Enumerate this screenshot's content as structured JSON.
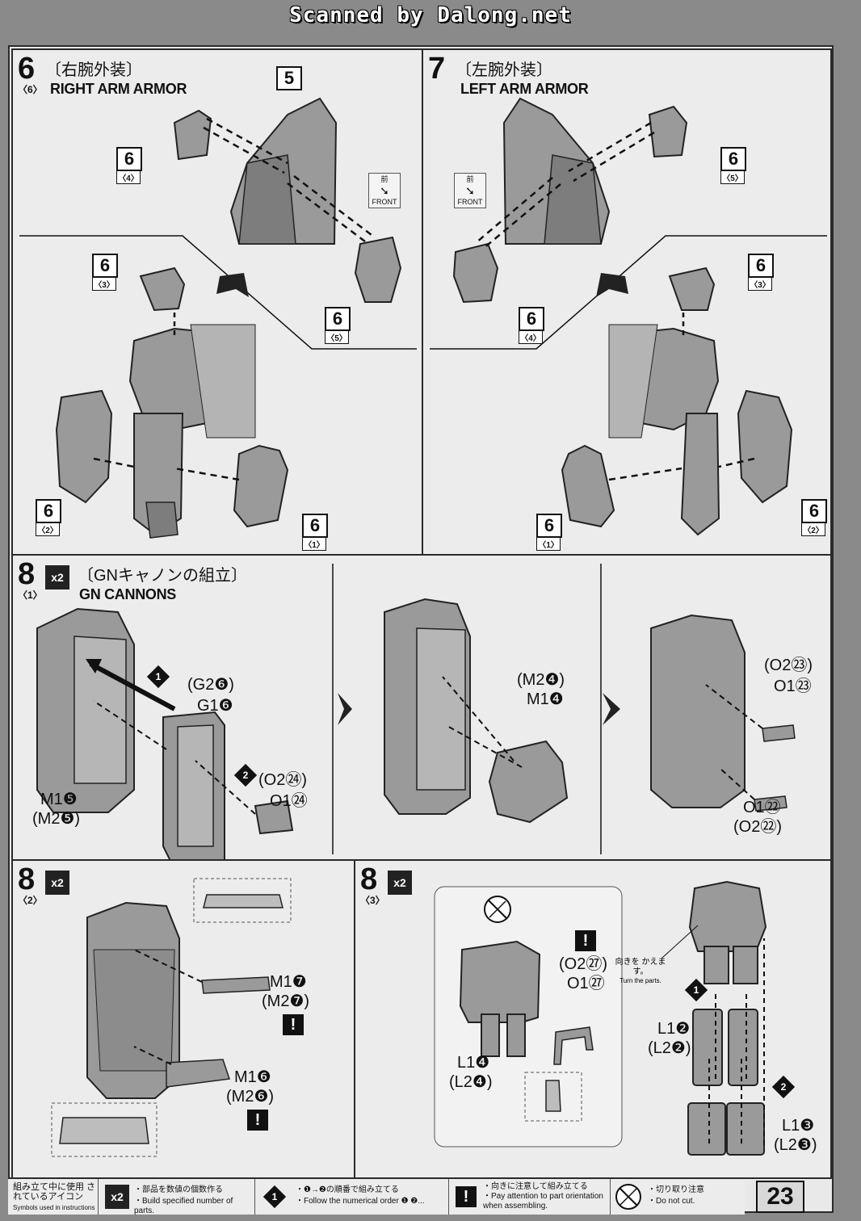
{
  "scan_banner": "Scanned by Dalong.net",
  "page_number": "23",
  "steps": {
    "step6": {
      "num": "6",
      "sub": "〈6〉",
      "title_jp": "〔右腕外装〕",
      "title_en": "RIGHT ARM ARMOR",
      "tags": [
        {
          "num": "5",
          "sub": ""
        },
        {
          "num": "6",
          "sub": "〈4〉"
        },
        {
          "num": "6",
          "sub": "〈3〉"
        },
        {
          "num": "6",
          "sub": "〈5〉"
        },
        {
          "num": "6",
          "sub": "〈2〉"
        },
        {
          "num": "6",
          "sub": "〈1〉"
        }
      ],
      "front": {
        "jp": "前",
        "en": "FRONT"
      }
    },
    "step7": {
      "num": "7",
      "title_jp": "〔左腕外装〕",
      "title_en": "LEFT ARM ARMOR",
      "tags": [
        {
          "num": "6",
          "sub": "〈5〉"
        },
        {
          "num": "6",
          "sub": "〈4〉"
        },
        {
          "num": "6",
          "sub": "〈3〉"
        },
        {
          "num": "6",
          "sub": "〈1〉"
        },
        {
          "num": "6",
          "sub": "〈2〉"
        }
      ],
      "front": {
        "jp": "前",
        "en": "FRONT"
      }
    },
    "step8_1": {
      "num": "8",
      "sub": "〈1〉",
      "mult": "x2",
      "title_jp": "〔GNキャノンの組立〕",
      "title_en": "GN CANNONS",
      "labels": {
        "a": "(G2❻)",
        "b": "G1❻",
        "c": "(O2㉔)",
        "d": "O1㉔",
        "e": "M1❺",
        "f": "(M2❺)",
        "g": "(M2❹)",
        "h": "M1❹",
        "i": "(O2㉓)",
        "j": "O1㉓",
        "k": "O1㉒",
        "l": "(O2㉒)"
      },
      "seq": [
        "1",
        "2"
      ]
    },
    "step8_2": {
      "num": "8",
      "sub": "〈2〉",
      "mult": "x2",
      "labels": {
        "a": "M1❼",
        "b": "(M2❼)",
        "c": "M1❻",
        "d": "(M2❻)"
      }
    },
    "step8_3": {
      "num": "8",
      "sub": "〈3〉",
      "mult": "x2",
      "labels": {
        "a": "(O2㉗)",
        "b": "O1㉗",
        "c": "L1❹",
        "d": "(L2❹)",
        "e": "L1❷",
        "f": "(L2❷)",
        "g": "L1❸",
        "h": "(L2❸)"
      },
      "turn_jp": "向きを かえます。",
      "turn_en": "Turn the parts.",
      "seq": [
        "1",
        "2"
      ]
    }
  },
  "legend": {
    "title_jp": "組み立て中に使用 されているアイコン",
    "title_en": "Symbols used in instructions",
    "items": [
      {
        "icon": "x2",
        "jp": "・部品を数値の個数作る",
        "en": "・Build specified number of parts."
      },
      {
        "icon": "1",
        "jp": "・❶→❷の順番で組み立てる",
        "en": "・Follow the numerical order ❶ ❷..."
      },
      {
        "icon": "!",
        "jp": "・向きに注意して組み立てる",
        "en": "・Pay attention to part orientation when assembling."
      },
      {
        "icon": "no-cut",
        "jp": "・切り取り注意",
        "en": "・Do not cut."
      }
    ]
  },
  "colors": {
    "paper": "#ececec",
    "ink": "#111111",
    "part_fill": "#9a9a9a",
    "part_shade": "#7d7d7d"
  }
}
